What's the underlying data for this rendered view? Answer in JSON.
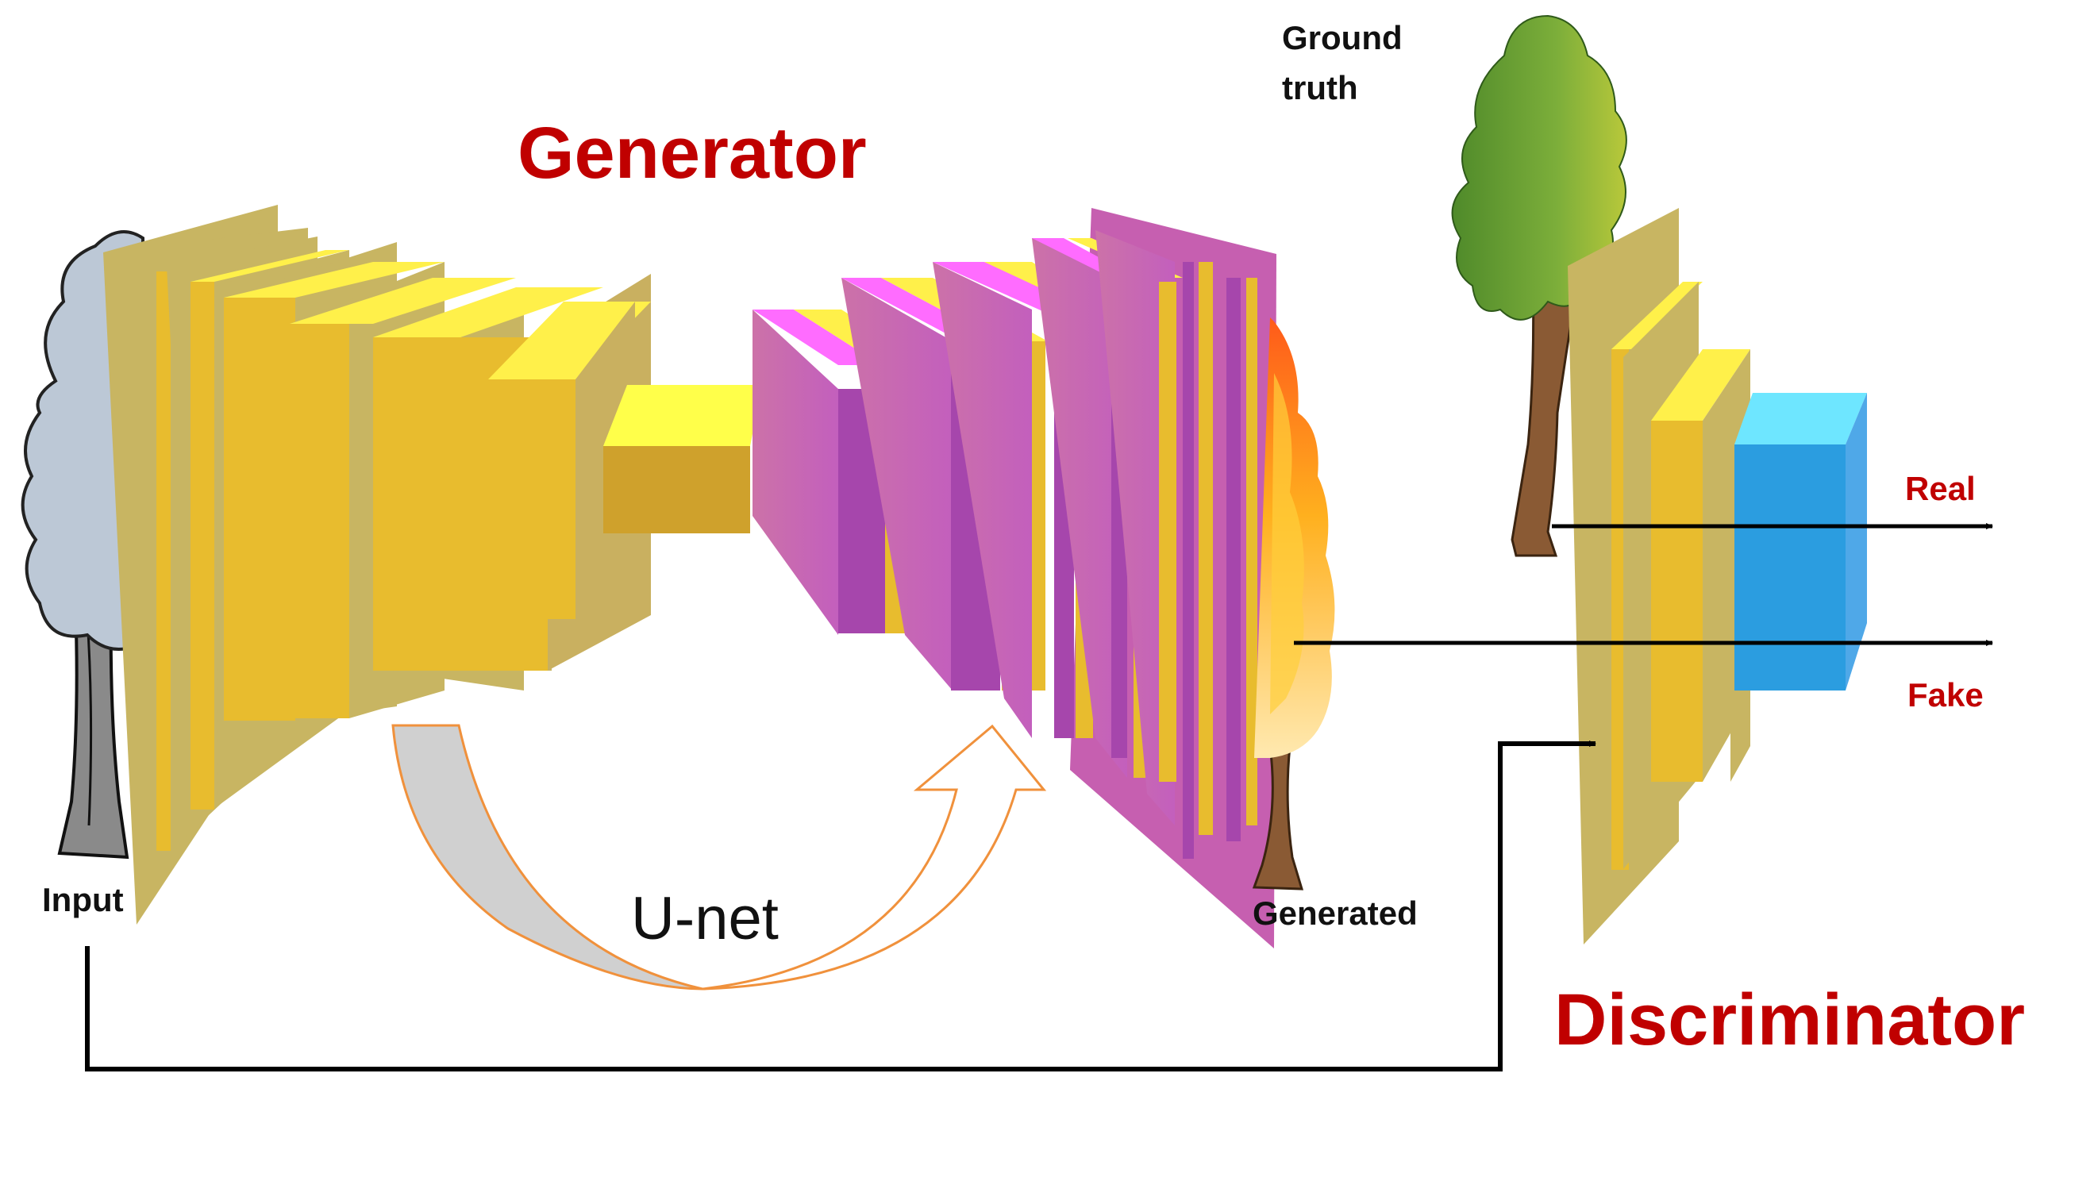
{
  "labels": {
    "generator": "Generator",
    "discriminator": "Discriminator",
    "unet": "U-net",
    "input": "Input",
    "generated": "Generated",
    "ground_truth_line1": "Ground",
    "ground_truth_line2": "truth",
    "real": "Real",
    "fake": "Fake"
  },
  "colors": {
    "title_red": "#c00000",
    "encoder_yellow": "#e8bc2e",
    "encoder_top": "#fff04a",
    "encoder_side": "#c9b060",
    "bottleneck_front": "#cfa12c",
    "bottleneck_top": "#ffff4a",
    "decoder_magenta": "#c864b8",
    "decoder_dark": "#a646ac",
    "decoder_top": "#ff6cff",
    "discriminator_blue_front": "#2b9de0",
    "discriminator_blue_top": "#6ee6ff",
    "skip_arrow_outline": "#f0913c",
    "skip_arrow_fill": "#d0d0d0",
    "connector_black": "#000000"
  },
  "icons": [
    "grey-tree-icon",
    "flaming-tree-icon",
    "green-tree-icon"
  ]
}
